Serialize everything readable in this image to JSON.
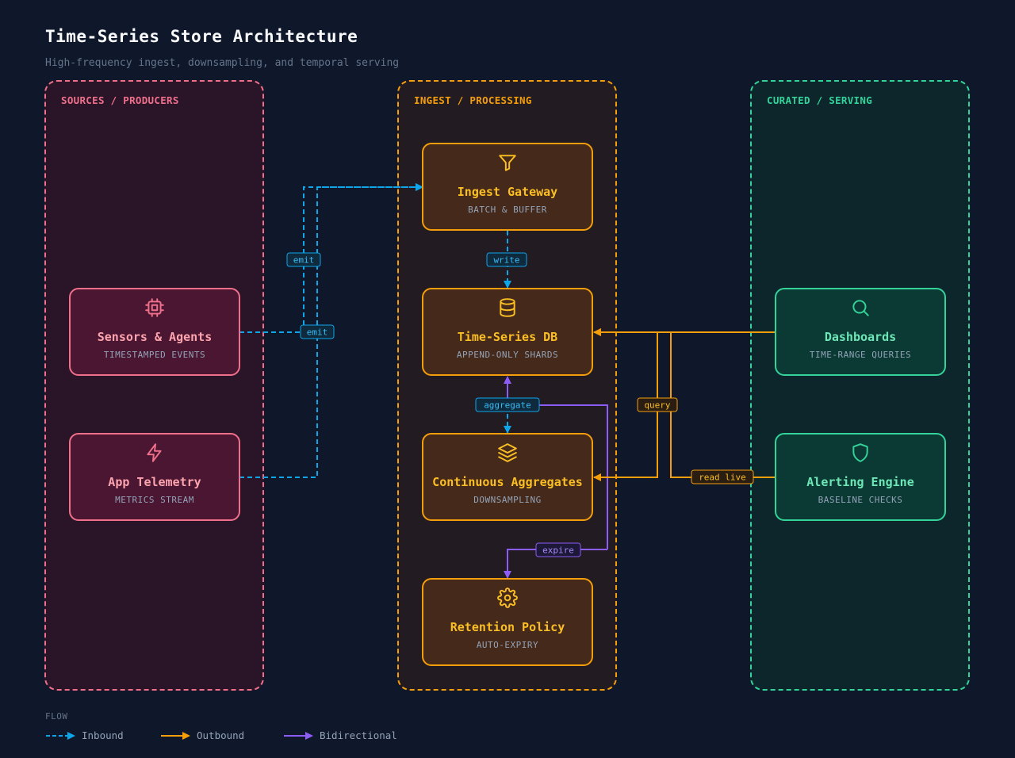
{
  "header": {
    "title": "Time-Series Store Architecture",
    "subtitle": "High-frequency ingest, downsampling, and temporal serving"
  },
  "colors": {
    "background": "#0f172a",
    "inbound": "#0ea5e9",
    "outbound": "#f59e0b",
    "bidirectional": "#8b5cf6",
    "sources_accent": "#f0708c",
    "processing_accent": "#f59e0b",
    "serving_accent": "#34d399"
  },
  "groups": {
    "sources": {
      "label": "SOURCES / PRODUCERS"
    },
    "processing": {
      "label": "INGEST / PROCESSING"
    },
    "serving": {
      "label": "CURATED / SERVING"
    }
  },
  "nodes": {
    "sensors": {
      "name": "Sensors & Agents",
      "sub": "TIMESTAMPED EVENTS",
      "icon": "cpu-chip-icon"
    },
    "telemetry": {
      "name": "App Telemetry",
      "sub": "METRICS STREAM",
      "icon": "lightning-bolt-icon"
    },
    "gateway": {
      "name": "Ingest Gateway",
      "sub": "BATCH & BUFFER",
      "icon": "funnel-icon"
    },
    "tsdb": {
      "name": "Time-Series DB",
      "sub": "APPEND-ONLY SHARDS",
      "icon": "database-icon"
    },
    "aggregates": {
      "name": "Continuous Aggregates",
      "sub": "DOWNSAMPLING",
      "icon": "layers-icon"
    },
    "retention": {
      "name": "Retention Policy",
      "sub": "AUTO-EXPIRY",
      "icon": "gear-icon"
    },
    "dashboards": {
      "name": "Dashboards",
      "sub": "TIME-RANGE QUERIES",
      "icon": "search-icon"
    },
    "alerting": {
      "name": "Alerting Engine",
      "sub": "BASELINE CHECKS",
      "icon": "shield-icon"
    }
  },
  "edges": {
    "emit_sensors": {
      "label": "emit",
      "kind": "inbound"
    },
    "emit_telemetry": {
      "label": "emit",
      "kind": "inbound"
    },
    "write": {
      "label": "write",
      "kind": "inbound"
    },
    "aggregate": {
      "label": "aggregate",
      "kind": "bidirectional"
    },
    "query": {
      "label": "query",
      "kind": "outbound"
    },
    "read_live": {
      "label": "read live",
      "kind": "outbound"
    },
    "expire": {
      "label": "expire",
      "kind": "bidirectional"
    }
  },
  "legend": {
    "title": "FLOW",
    "inbound": "Inbound",
    "outbound": "Outbound",
    "bidirectional": "Bidirectional"
  }
}
